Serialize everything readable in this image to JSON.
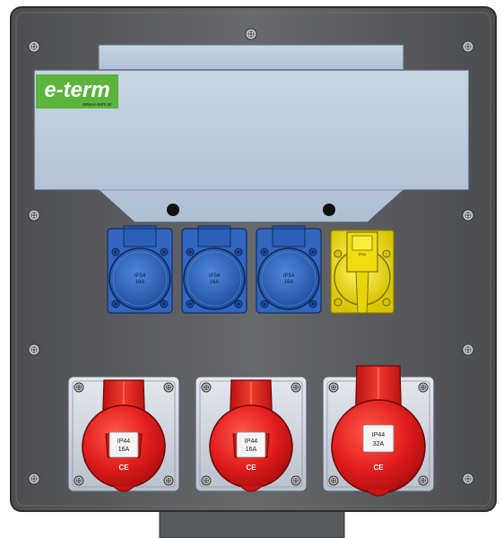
{
  "brand": {
    "logo_text": "e-term",
    "url": "www.e-term.at"
  },
  "colors": {
    "housing": "#5f6062",
    "window": "#b9c9da",
    "brand_green": "#5cb43c",
    "schuko_blue": "#2a5fb8",
    "cee_yellow": "#f2e21c",
    "cee_red": "#dc1e1e"
  },
  "schuko_sockets": [
    {
      "rating": "IP54",
      "current": "16A"
    },
    {
      "rating": "IP54",
      "current": "16A"
    },
    {
      "rating": "IP54",
      "current": "16A"
    }
  ],
  "yellow_socket": {
    "rating": "IP44"
  },
  "cee_sockets": [
    {
      "rating": "IP44",
      "current": "16A",
      "mark": "CE"
    },
    {
      "rating": "IP44",
      "current": "16A",
      "mark": "CE"
    },
    {
      "rating": "IP44",
      "current": "32A",
      "mark": "CE"
    }
  ]
}
